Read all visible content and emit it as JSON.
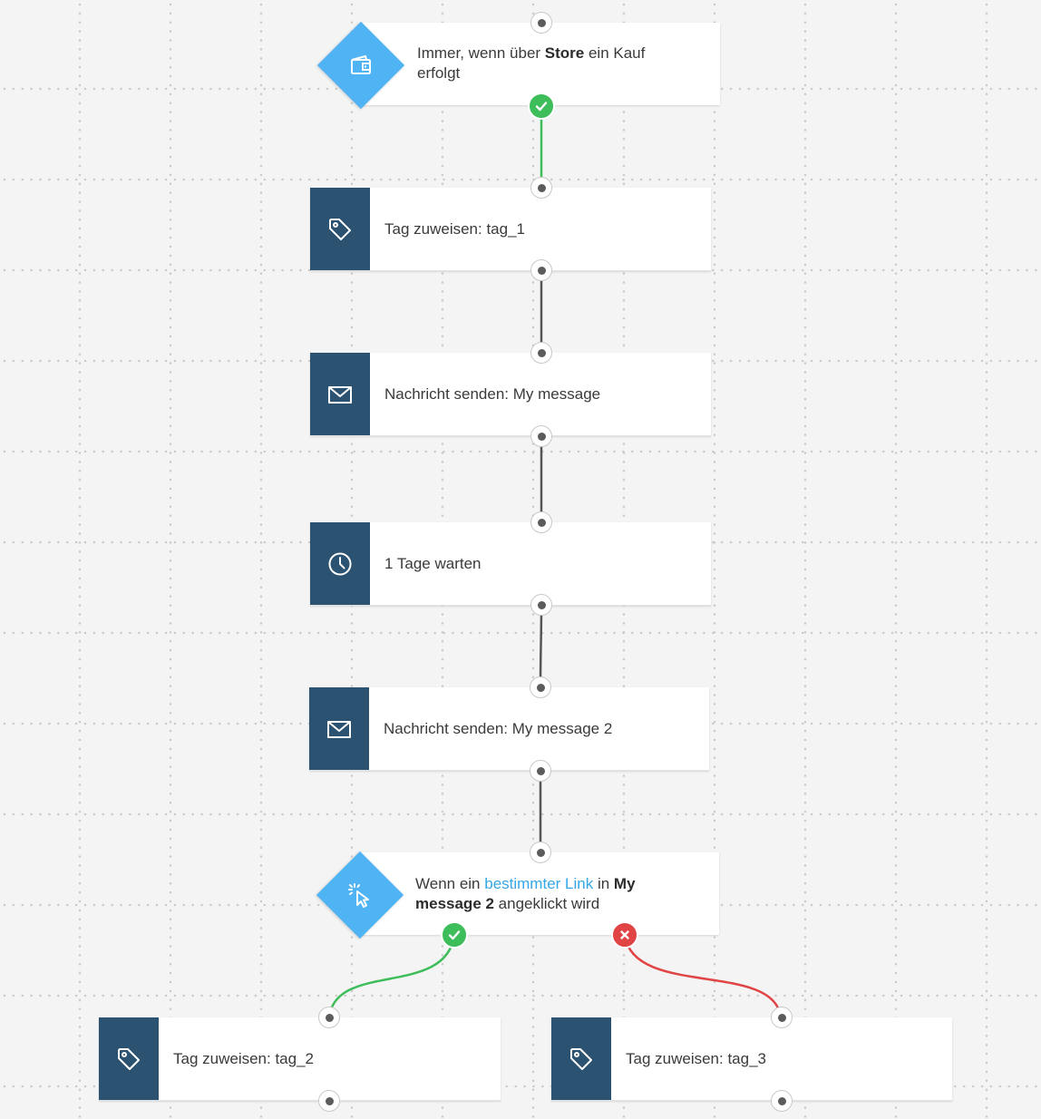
{
  "trigger_purchase": {
    "text_before": "Immer, wenn über ",
    "text_bold": "Store",
    "text_after": " ein Kauf erfolgt",
    "icon": "wallet-icon"
  },
  "steps": [
    {
      "label": "Tag zuweisen: tag_1",
      "icon": "tag-icon"
    },
    {
      "label": "Nachricht senden: My message",
      "icon": "envelope-icon"
    },
    {
      "label": "1 Tage warten",
      "icon": "clock-icon"
    },
    {
      "label": "Nachricht senden: My message 2",
      "icon": "envelope-icon"
    }
  ],
  "trigger_click": {
    "text_before": "Wenn ein ",
    "link_text": "bestimmter Link",
    "text_mid": " in ",
    "text_bold": "My message 2",
    "text_after": " angeklickt wird",
    "icon": "cursor-click-icon"
  },
  "branches": {
    "yes": {
      "label": "Tag zuweisen: tag_2",
      "icon": "tag-icon"
    },
    "no": {
      "label": "Tag zuweisen: tag_3",
      "icon": "tag-icon"
    }
  },
  "colors": {
    "node_icon_bg": "#2b5270",
    "trigger_diamond": "#4fb3f4",
    "success": "#3ebd5b",
    "failure": "#e04444",
    "link": "#35a6e6"
  }
}
